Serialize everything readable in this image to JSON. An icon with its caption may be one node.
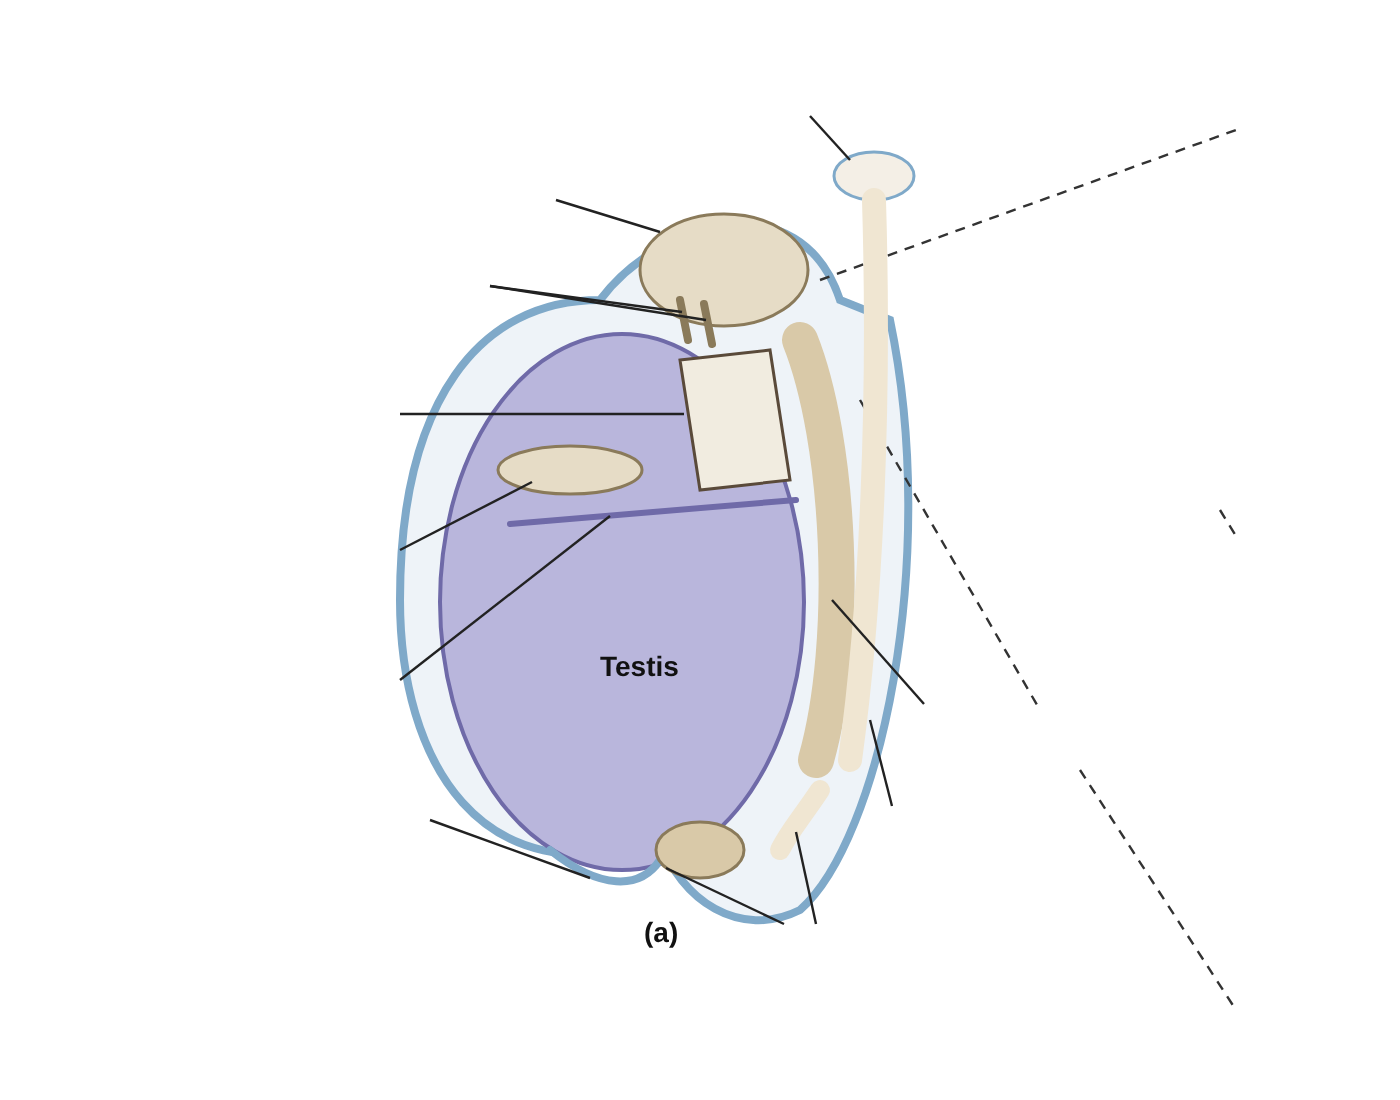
{
  "diagram": {
    "nodes": [
      {
        "text": [
          "Testis"
        ]
      },
      {
        "text": [],
        "shape": "circle"
      },
      {
        "text": [],
        "shape": "circle"
      },
      {
        "text": [],
        "shape": "bar"
      },
      {
        "text": [],
        "shape": "bar"
      },
      {
        "text": [],
        "shape": "box",
        "in": 0
      },
      {
        "text": [],
        "shape": "circle",
        "in": 0
      },
      {
        "text": [],
        "shape": "bar",
        "in": 0
      },
      {
        "text": [],
        "shape": "bar"
      },
      {
        "text": [],
        "shape": "bar"
      },
      {
        "text": [],
        "shape": "bar"
      },
      {
        "text": [],
        "shape": "circle"
      },
      {
        "text": [],
        "shape": "bar"
      }
    ],
    "edges": [
      {
        "from": null,
        "to": 1,
        "arrow": "none"
      },
      {
        "from": null,
        "to": 2,
        "arrow": "none"
      },
      {
        "from": null,
        "to": 3,
        "arrow": "none"
      },
      {
        "from": null,
        "to": 4,
        "arrow": "none"
      },
      {
        "from": null,
        "to": 5,
        "arrow": "none"
      },
      {
        "from": null,
        "to": 6,
        "arrow": "none"
      },
      {
        "from": null,
        "to": 7,
        "arrow": "none"
      },
      {
        "from": null,
        "to": 8,
        "arrow": "none"
      },
      {
        "from": null,
        "to": 9,
        "arrow": "none"
      },
      {
        "from": null,
        "to": 10,
        "arrow": "none"
      },
      {
        "from": null,
        "to": 11,
        "arrow": "none"
      },
      {
        "from": null,
        "to": 12,
        "arrow": "none"
      }
    ],
    "labels": [
      "(a)"
    ]
  }
}
